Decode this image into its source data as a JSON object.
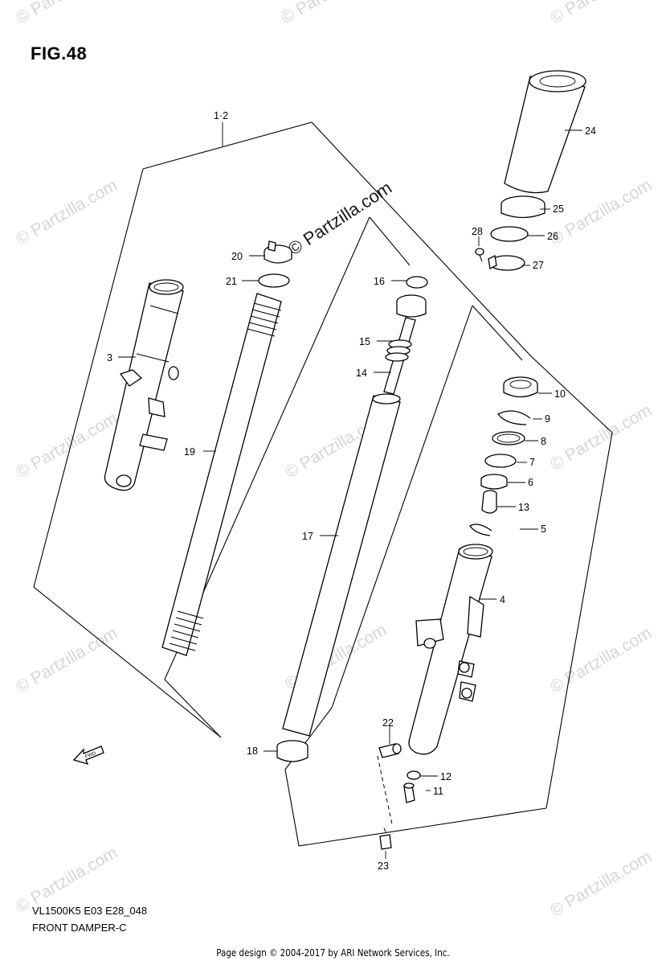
{
  "figure": {
    "title": "FIG.48",
    "model_code": "VL1500K5 E03 E28_048",
    "caption": "FRONT DAMPER-C"
  },
  "footer": "Page design © 2004-2017 by ARI Network Services, Inc.",
  "watermark": {
    "text": "© Partzilla.com",
    "color": "#d6d6d6",
    "center_text": "© Partzilla.com"
  },
  "fwd_label": "FWD",
  "callouts": {
    "c1_2": "1·2",
    "c3": "3",
    "c4": "4",
    "c5": "5",
    "c6": "6",
    "c7": "7",
    "c8": "8",
    "c9": "9",
    "c10": "10",
    "c11": "11",
    "c12": "12",
    "c13": "13",
    "c14": "14",
    "c15": "15",
    "c16": "16",
    "c17": "17",
    "c18": "18",
    "c19": "19",
    "c20": "20",
    "c21": "21",
    "c22": "22",
    "c23": "23",
    "c24": "24",
    "c25": "25",
    "c26": "26",
    "c27": "27",
    "c28": "28"
  }
}
